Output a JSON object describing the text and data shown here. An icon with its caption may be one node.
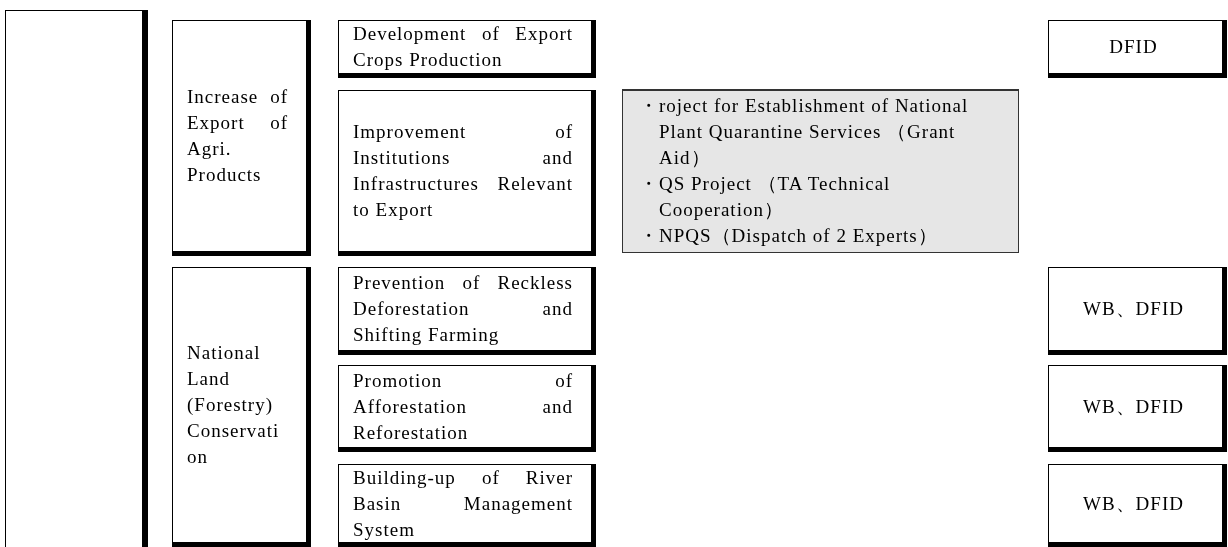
{
  "diagram": {
    "nodes": [
      {
        "text": [],
        "shape": "box"
      },
      {
        "text": [
          "Increase of Export of Agri. Products"
        ]
      },
      {
        "text": [
          "Development of Export Crops Production"
        ]
      },
      {
        "text": [
          "DFID"
        ]
      },
      {
        "text": [
          "Improvement of Institutions and Infrastructures Relevant to Export"
        ]
      },
      {
        "text": [
          "・roject for Establishment of National Plant Quarantine Services （Grant Aid）",
          "・QS Project （TA Technical Cooperation）",
          "・NPQS（Dispatch of 2 Experts）"
        ]
      },
      {
        "text": [
          "National Land (Forestry) Conservation"
        ]
      },
      {
        "text": [
          "Prevention of Reckless Deforestation and Shifting Farming"
        ]
      },
      {
        "text": [
          "WB、DFID"
        ]
      },
      {
        "text": [
          "Promotion of Afforestation and Reforestation"
        ]
      },
      {
        "text": [
          "WB、DFID"
        ]
      },
      {
        "text": [
          "Building-up of River Basin Management System"
        ]
      },
      {
        "text": [
          "WB、DFID"
        ]
      }
    ],
    "edges": []
  }
}
